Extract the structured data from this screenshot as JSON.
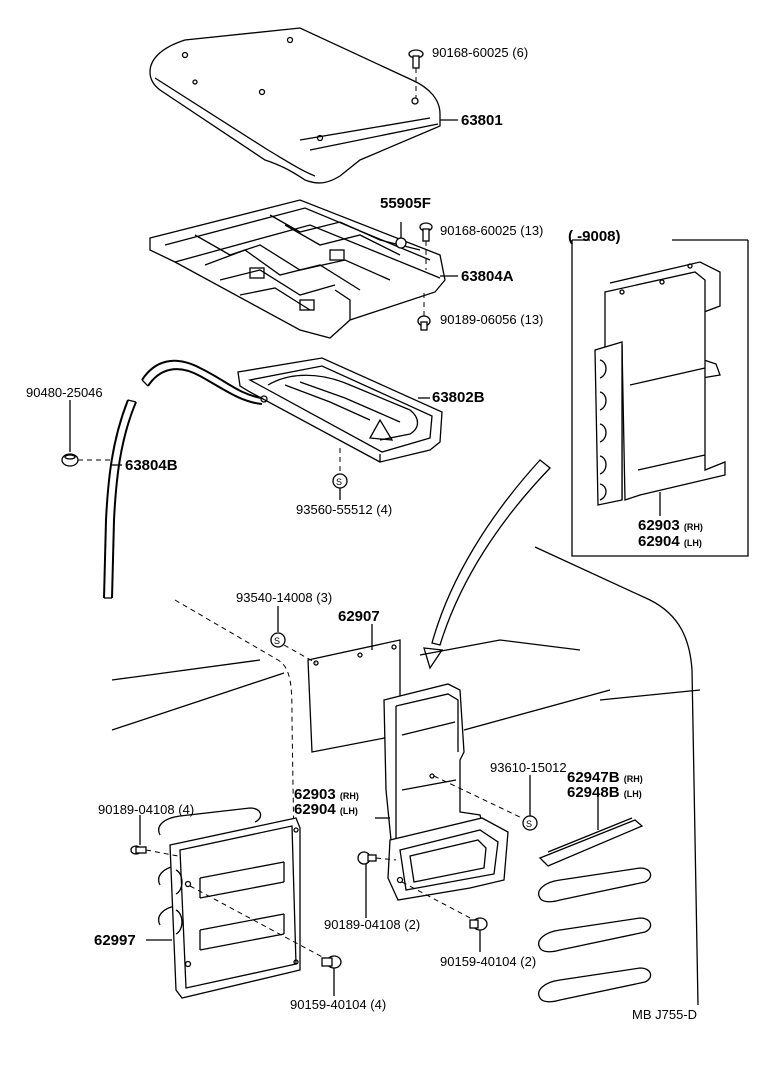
{
  "labels": {
    "bolt_top": "90168-60025",
    "bolt_top_qty": "(6)",
    "cover_top": "63801",
    "clip_55905f": "55905F",
    "bolt_mid": "90168-60025",
    "bolt_mid_qty": "(13)",
    "frame_63804a": "63804A",
    "screw_mid": "90189-06056",
    "screw_mid_qty": "(13)",
    "grommet": "90480-25046",
    "housing_63802b": "63802B",
    "hose_63804b": "63804B",
    "screw_93560": "93560-55512",
    "screw_93560_qty": "(4)",
    "inset_range": "(     -9008)",
    "inset_part_rh": "62903",
    "inset_rh": "(RH)",
    "inset_part_lh": "62904",
    "inset_lh": "(LH)",
    "screw_93540": "93540-14008",
    "screw_93540_qty": "(3)",
    "plate_62907": "62907",
    "screw_93610": "93610-15012",
    "duct_part_rh": "62903",
    "duct_rh": "(RH)",
    "duct_part_lh": "62904",
    "duct_lh": "(LH)",
    "garnish_rh": "62947B",
    "garnish_rh_tag": "(RH)",
    "garnish_lh": "62948B",
    "garnish_lh_tag": "(LH)",
    "screw_left": "90189-04108",
    "screw_left_qty": "(4)",
    "grille_62997": "62997",
    "screw_duct": "90189-04108",
    "screw_duct_qty": "(2)",
    "bolt_duct": "90159-40104",
    "bolt_duct_qty": "(2)",
    "bolt_bottom": "90159-40104",
    "bolt_bottom_qty": "(4)",
    "footer_code": "MB  J755-D"
  }
}
